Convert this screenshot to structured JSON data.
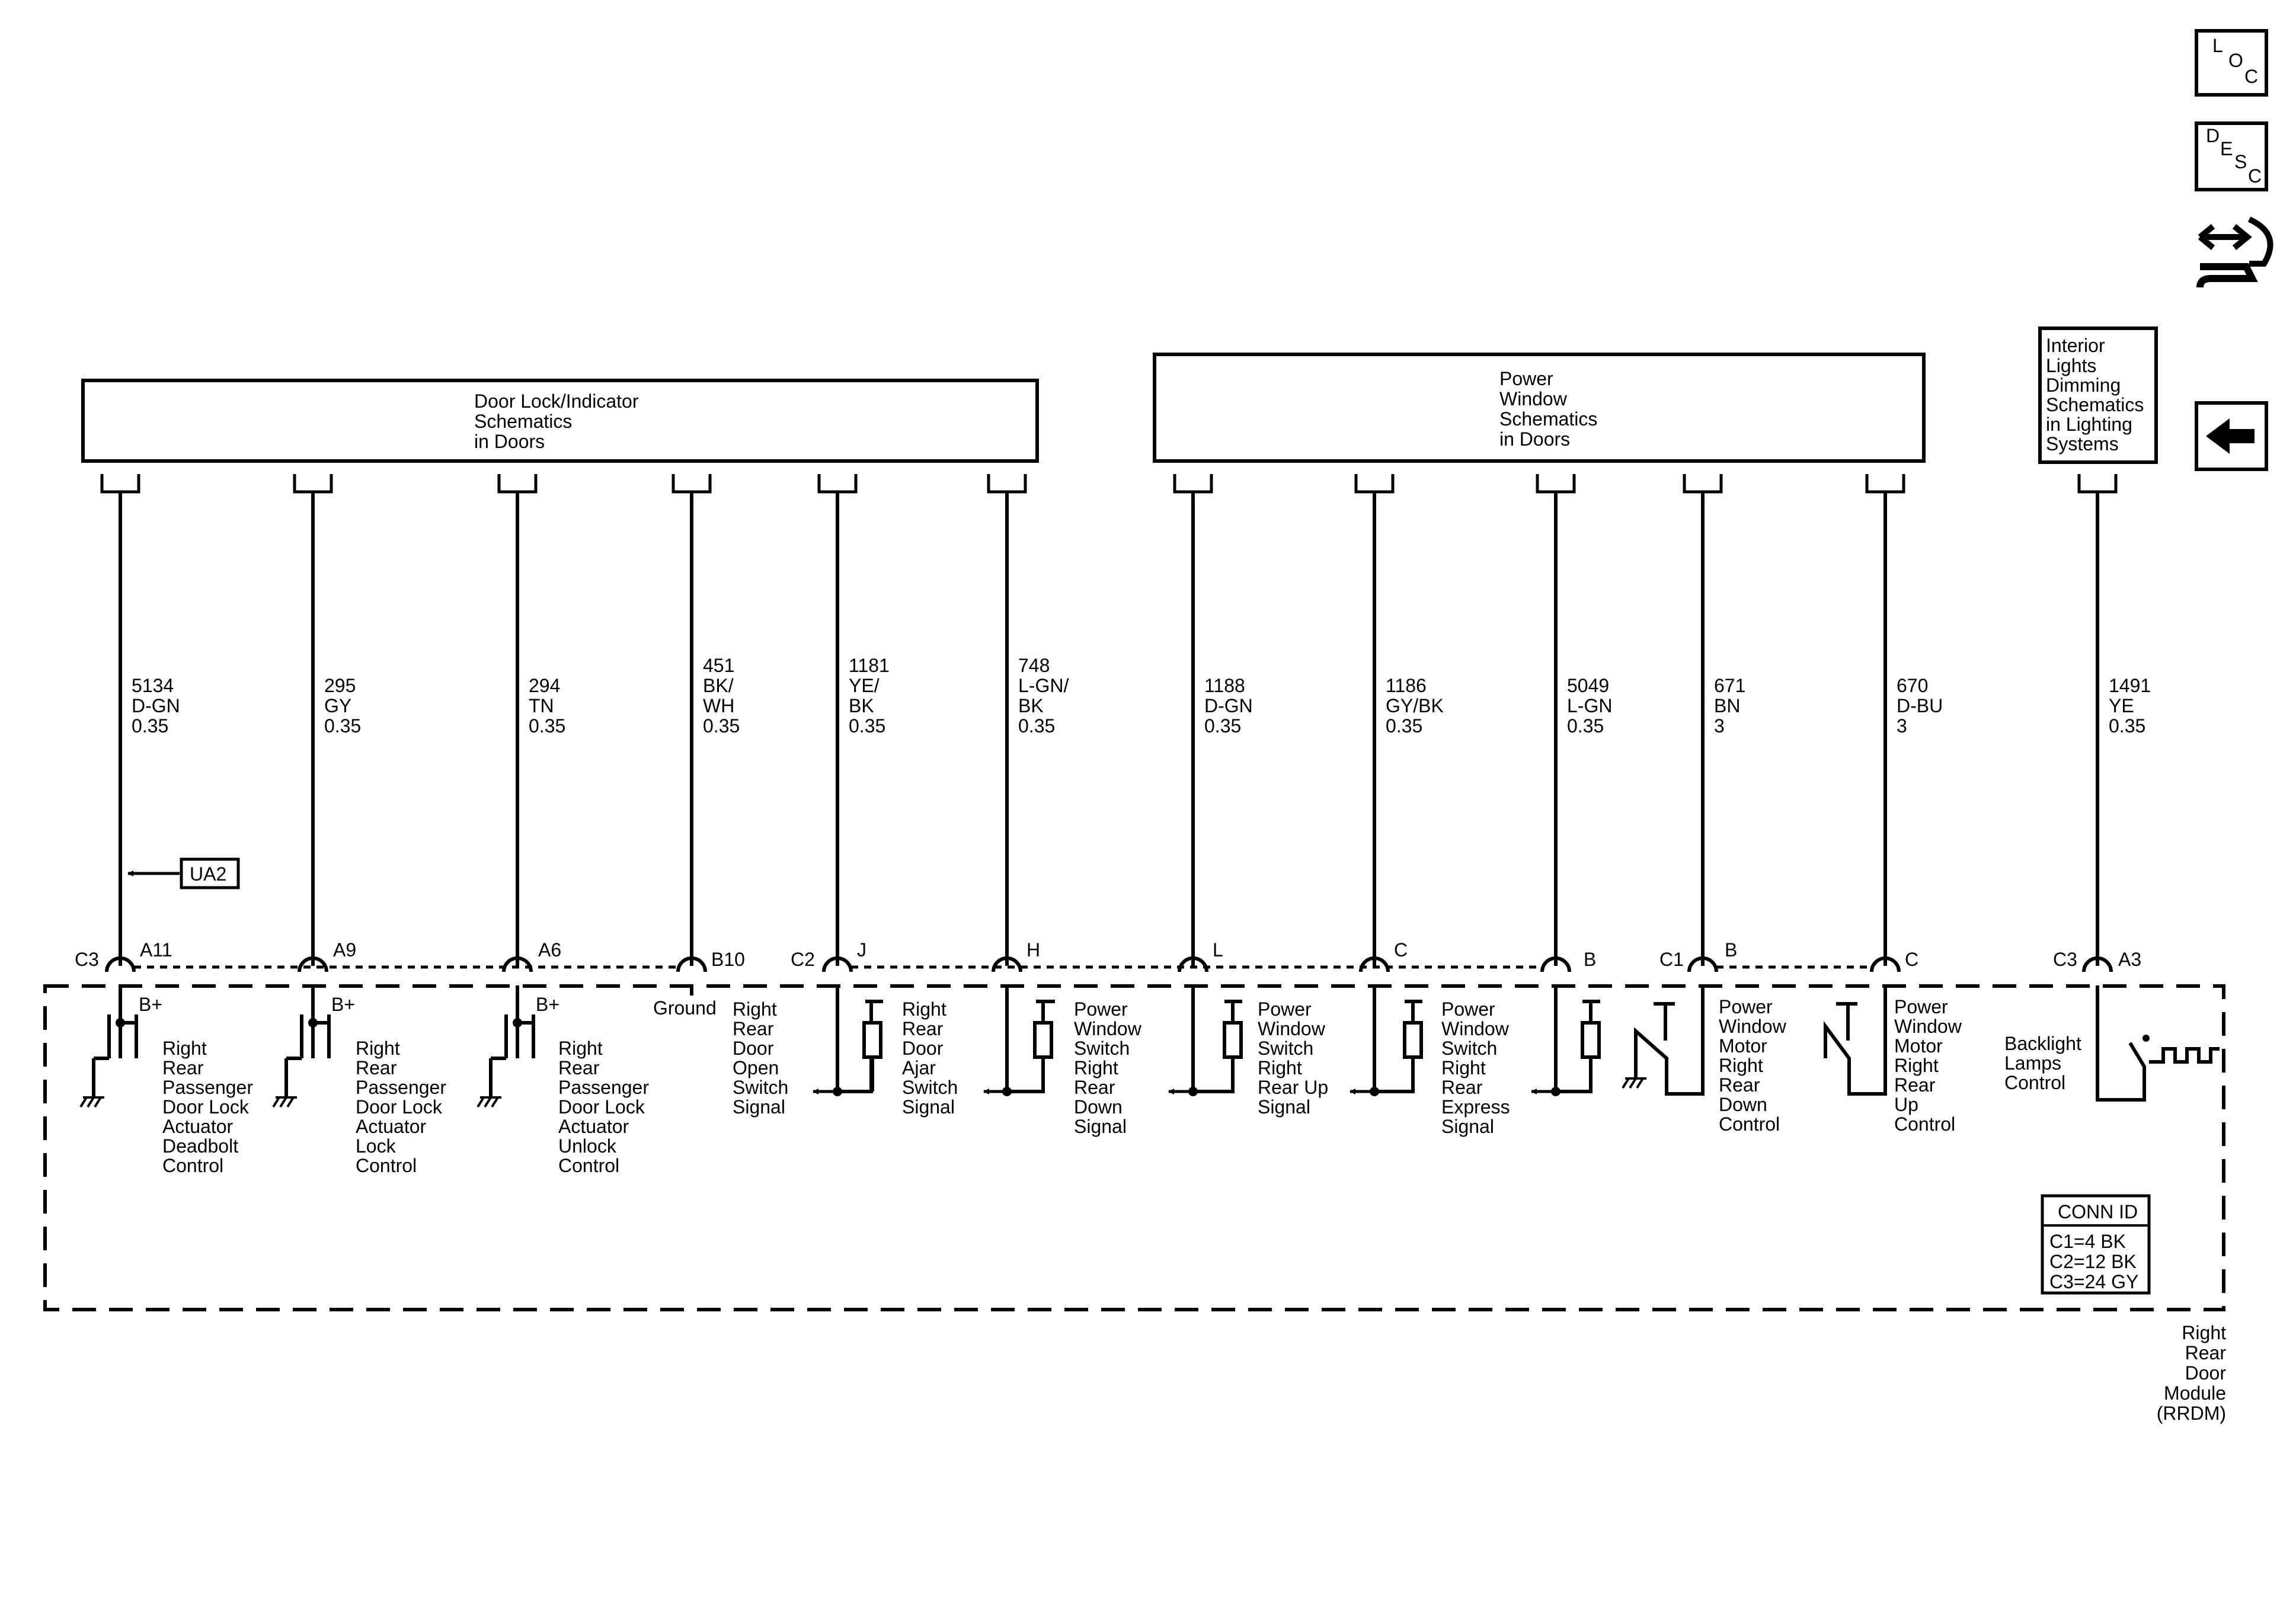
{
  "toolbar": {
    "loc": [
      "L",
      "O",
      "C"
    ],
    "desc": [
      "D",
      "E",
      "S",
      "C"
    ],
    "back_icon": "arrow-left-icon",
    "connector_icon": "connector-end-view-icon"
  },
  "boxes": {
    "door_lock": [
      "Door Lock/Indicator",
      "Schematics",
      "in Doors"
    ],
    "power_window": [
      "Power",
      "Window",
      "Schematics",
      "in Doors"
    ],
    "interior_lights": [
      "Interior",
      "Lights",
      "Dimming",
      "Schematics",
      "in Lighting",
      "Systems"
    ]
  },
  "wires": [
    {
      "circuit": "5134",
      "color": "D-GN",
      "gauge": "0.35"
    },
    {
      "circuit": "295",
      "color": "GY",
      "gauge": "0.35"
    },
    {
      "circuit": "294",
      "color": "TN",
      "gauge": "0.35"
    },
    {
      "circuit": "451",
      "color": "BK/",
      "color2": "WH",
      "gauge": "0.35"
    },
    {
      "circuit": "1181",
      "color": "YE/",
      "color2": "BK",
      "gauge": "0.35"
    },
    {
      "circuit": "748",
      "color": "L-GN/",
      "color2": "BK",
      "gauge": "0.35"
    },
    {
      "circuit": "1188",
      "color": "D-GN",
      "gauge": "0.35"
    },
    {
      "circuit": "1186",
      "color": "GY/BK",
      "gauge": "0.35"
    },
    {
      "circuit": "5049",
      "color": "L-GN",
      "gauge": "0.35"
    },
    {
      "circuit": "671",
      "color": "BN",
      "gauge": "3"
    },
    {
      "circuit": "670",
      "color": "D-BU",
      "gauge": "3"
    },
    {
      "circuit": "1491",
      "color": "YE",
      "gauge": "0.35"
    }
  ],
  "pins": {
    "c3_a11": [
      "C3",
      "A11"
    ],
    "a9": "A9",
    "a6": "A6",
    "b10": "B10",
    "c2_j": [
      "C2",
      "J"
    ],
    "h": "H",
    "l": "L",
    "c": "C",
    "b": "B",
    "c1_b": [
      "C1",
      "B"
    ],
    "c_2": "C",
    "c3_a3": [
      "C3",
      "A3"
    ]
  },
  "ua2": "UA2",
  "bplus": "B+",
  "functions": {
    "f1": [
      "Right",
      "Rear",
      "Passenger",
      "Door Lock",
      "Actuator",
      "Deadbolt",
      "Control"
    ],
    "f2": [
      "Right",
      "Rear",
      "Passenger",
      "Door Lock",
      "Actuator",
      "Lock",
      "Control"
    ],
    "f3": [
      "Right",
      "Rear",
      "Passenger",
      "Door Lock",
      "Actuator",
      "Unlock",
      "Control"
    ],
    "ground": "Ground",
    "f5": [
      "Right",
      "Rear",
      "Door",
      "Open",
      "Switch",
      "Signal"
    ],
    "f6": [
      "Right",
      "Rear",
      "Door",
      "Ajar",
      "Switch",
      "Signal"
    ],
    "f7": [
      "Power",
      "Window",
      "Switch",
      "Right",
      "Rear",
      "Down",
      "Signal"
    ],
    "f8": [
      "Power",
      "Window",
      "Switch",
      "Right",
      "Rear Up",
      "Signal"
    ],
    "f9": [
      "Power",
      "Window",
      "Switch",
      "Right",
      "Rear",
      "Express",
      "Signal"
    ],
    "f10": [
      "Power",
      "Window",
      "Motor",
      "Right",
      "Rear",
      "Down",
      "Control"
    ],
    "f11": [
      "Power",
      "Window",
      "Motor",
      "Right",
      "Rear",
      "Up",
      "Control"
    ],
    "f12": [
      "Backlight",
      "Lamps",
      "Control"
    ]
  },
  "conn_id": {
    "title": "CONN ID",
    "rows": [
      "C1=4 BK",
      "C2=12 BK",
      "C3=24 GY"
    ]
  },
  "module": [
    "Right",
    "Rear",
    "Door",
    "Module",
    "(RRDM)"
  ]
}
